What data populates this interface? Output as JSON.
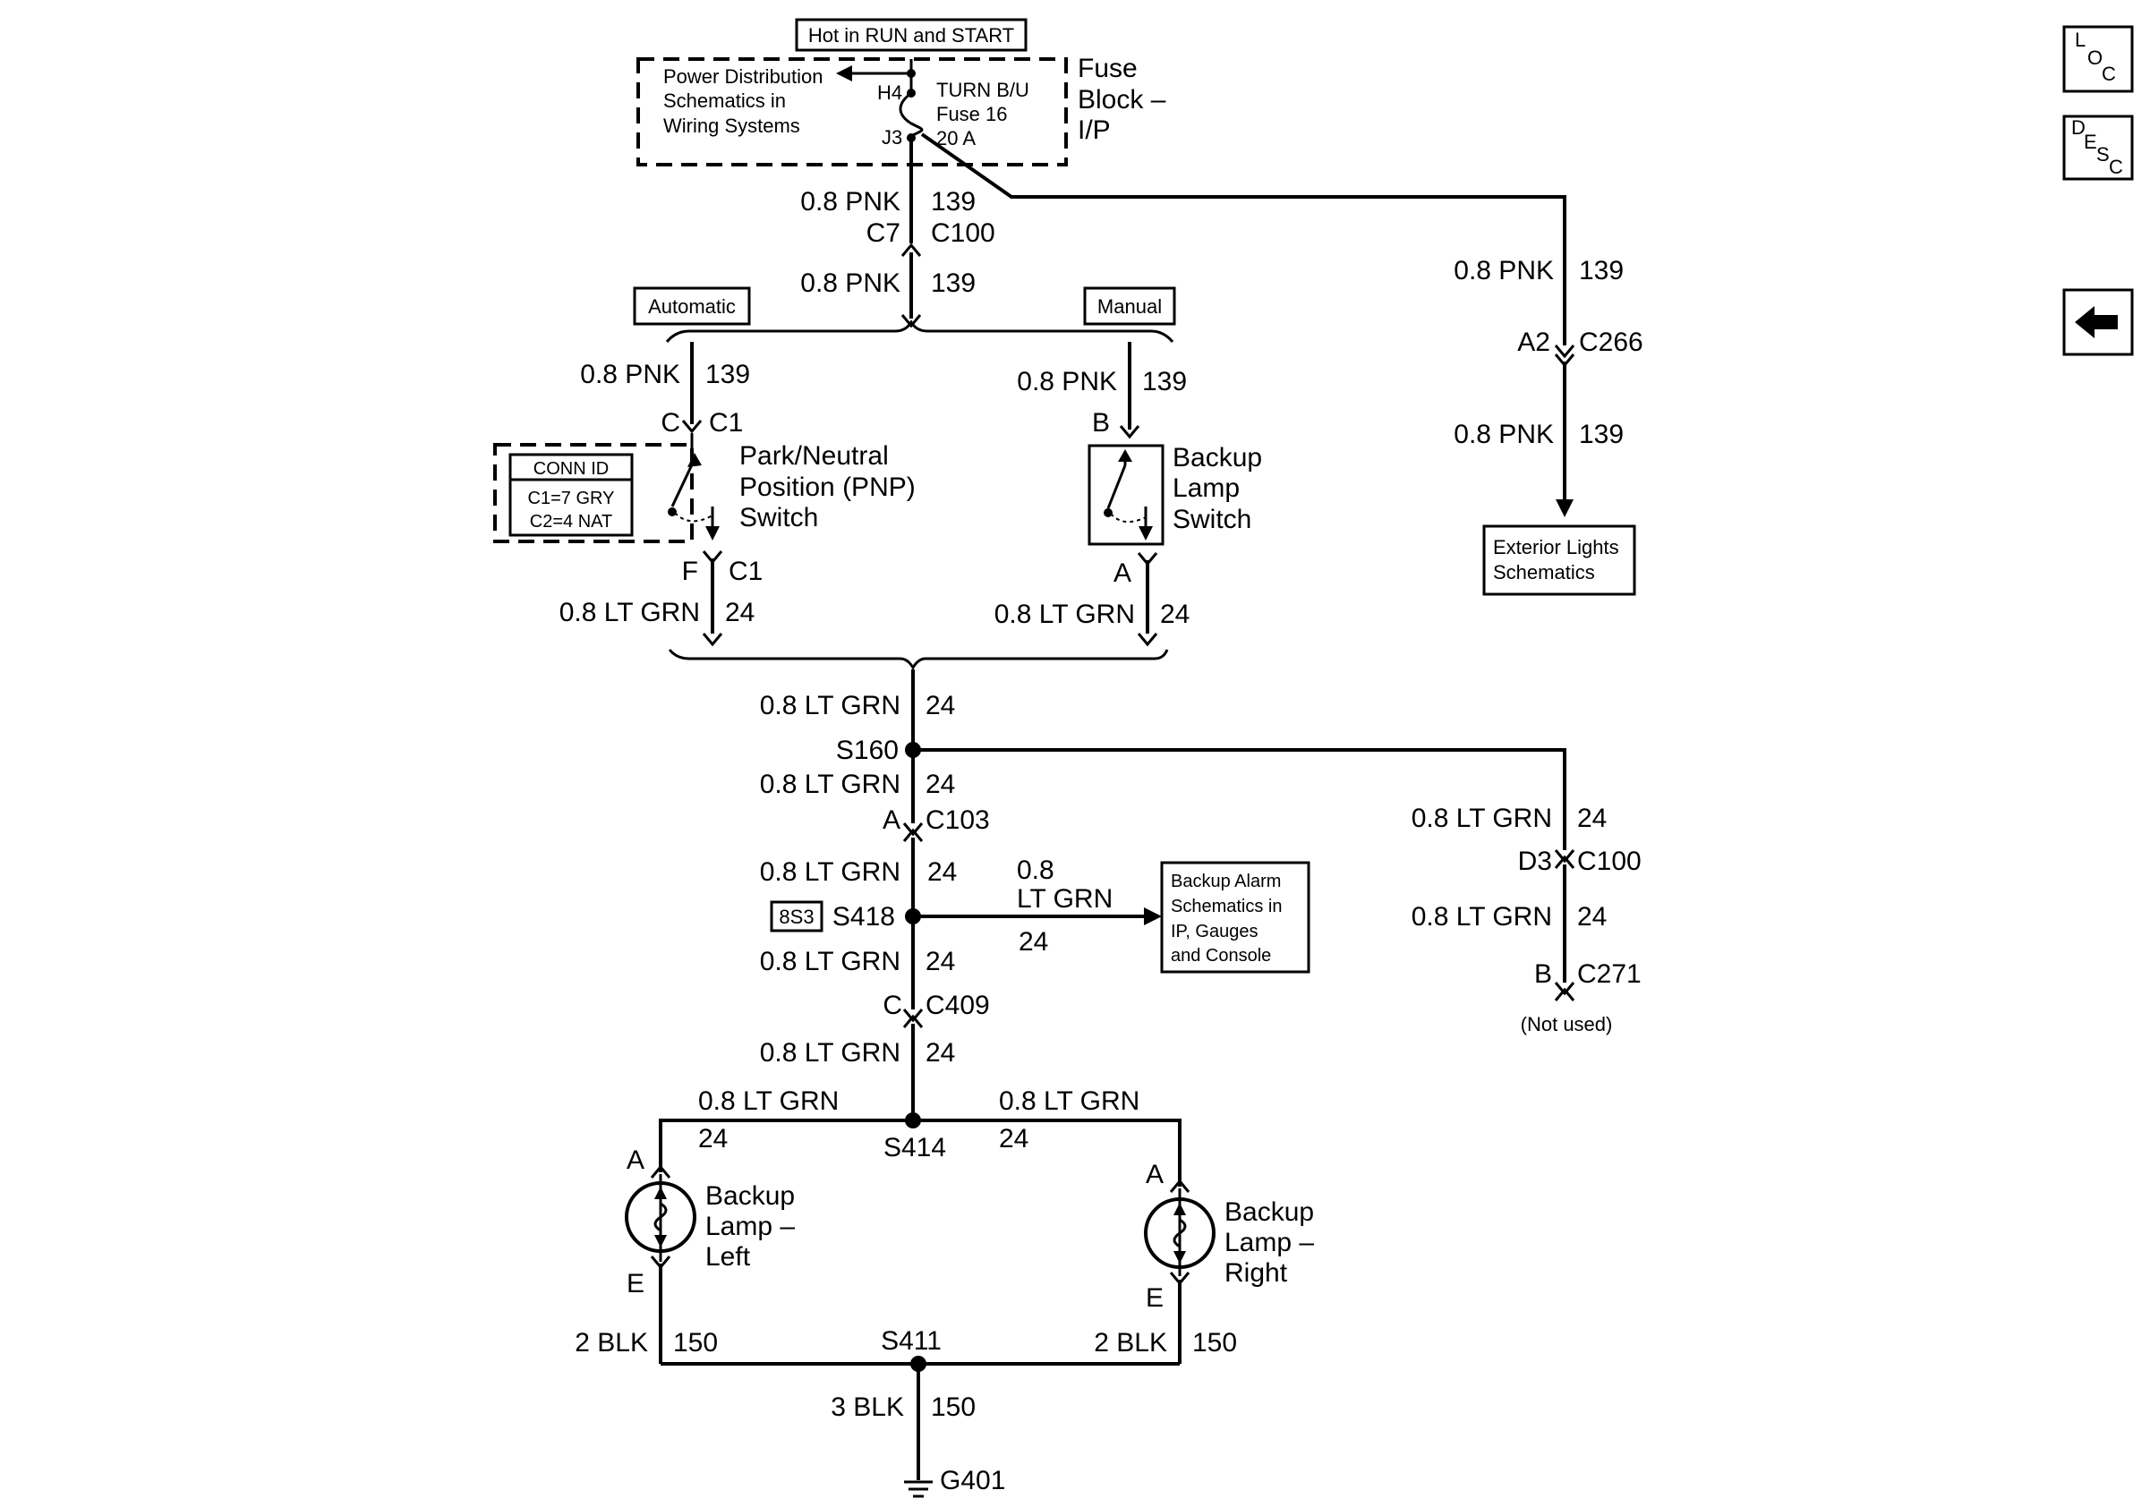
{
  "power": {
    "hot_label": "Hot in RUN and START",
    "pdist_line1": "Power Distribution",
    "pdist_line2": "Schematics in",
    "pdist_line3": "Wiring Systems",
    "fuse_pin_in": "H4",
    "fuse_pin_out": "J3",
    "fuse_line1": "TURN B/U",
    "fuse_line2": "Fuse 16",
    "fuse_line3": "20 A",
    "block_line1": "Fuse",
    "block_line2": "Block –",
    "block_line3": "I/P"
  },
  "feed": {
    "wire1": "0.8 PNK",
    "circuit1": "139",
    "conn_pin": "C7",
    "conn": "C100",
    "wire2": "0.8 PNK",
    "circuit2": "139"
  },
  "right_branch": {
    "wire1": "0.8 PNK",
    "circuit1": "139",
    "conn_pin": "A2",
    "conn": "C266",
    "wire2": "0.8 PNK",
    "circuit2": "139",
    "dest_line1": "Exterior Lights",
    "dest_line2": "Schematics"
  },
  "options": {
    "automatic": "Automatic",
    "manual": "Manual"
  },
  "pnp": {
    "wire_in": "0.8 PNK",
    "circuit_in": "139",
    "pin_in": "C",
    "conn_in": "C1",
    "name_line1": "Park/Neutral",
    "name_line2": "Position (PNP)",
    "name_line3": "Switch",
    "conn_id_title": "CONN ID",
    "conn_id_1": "C1=7 GRY",
    "conn_id_2": "C2=4 NAT",
    "pin_out": "F",
    "conn_out": "C1",
    "wire_out": "0.8 LT GRN",
    "circuit_out": "24"
  },
  "backup_switch": {
    "wire_in": "0.8 PNK",
    "circuit_in": "139",
    "pin_in": "B",
    "name_line1": "Backup",
    "name_line2": "Lamp",
    "name_line3": "Switch",
    "pin_out": "A",
    "wire_out": "0.8 LT GRN",
    "circuit_out": "24"
  },
  "trunk": {
    "w1": "0.8 LT GRN",
    "c1": "24",
    "splice1": "S160",
    "w2": "0.8 LT GRN",
    "c2": "24",
    "conn1_pin": "A",
    "conn1": "C103",
    "w3": "0.8 LT GRN",
    "c3": "24",
    "tag": "8S3",
    "splice2": "S418",
    "w4": "0.8 LT GRN",
    "c4": "24",
    "conn2_pin": "C",
    "conn2": "C409",
    "w5": "0.8 LT GRN",
    "c5": "24"
  },
  "alarm": {
    "wire_l1": "0.8",
    "wire_l2": "LT GRN",
    "circuit": "24",
    "dest_line1": "Backup Alarm",
    "dest_line2": "Schematics in",
    "dest_line3": "IP, Gauges",
    "dest_line4": "and Console"
  },
  "s160_branch": {
    "w1": "0.8 LT GRN",
    "c1": "24",
    "conn1_pin": "D3",
    "conn1": "C100",
    "w2": "0.8 LT GRN",
    "c2": "24",
    "conn2_pin": "B",
    "conn2": "C271",
    "note": "(Not used)"
  },
  "lamps": {
    "splice": "S414",
    "left_wire": "0.8 LT GRN",
    "left_circuit": "24",
    "right_wire": "0.8 LT GRN",
    "right_circuit": "24",
    "left_pin_in": "A",
    "left_pin_out": "E",
    "left_l1": "Backup",
    "left_l2": "Lamp –",
    "left_l3": "Left",
    "right_pin_in": "A",
    "right_pin_out": "E",
    "right_l1": "Backup",
    "right_l2": "Lamp –",
    "right_l3": "Right"
  },
  "ground": {
    "left_wire": "2 BLK",
    "left_circuit": "150",
    "right_wire": "2 BLK",
    "right_circuit": "150",
    "splice": "S411",
    "wire": "3 BLK",
    "circuit": "150",
    "ground_id": "G401"
  },
  "nav": {
    "loc_1": "L",
    "loc_2": "O",
    "loc_3": "C",
    "desc_1": "D",
    "desc_2": "E",
    "desc_3": "S",
    "desc_4": "C",
    "back_icon": "left-arrow-icon"
  }
}
